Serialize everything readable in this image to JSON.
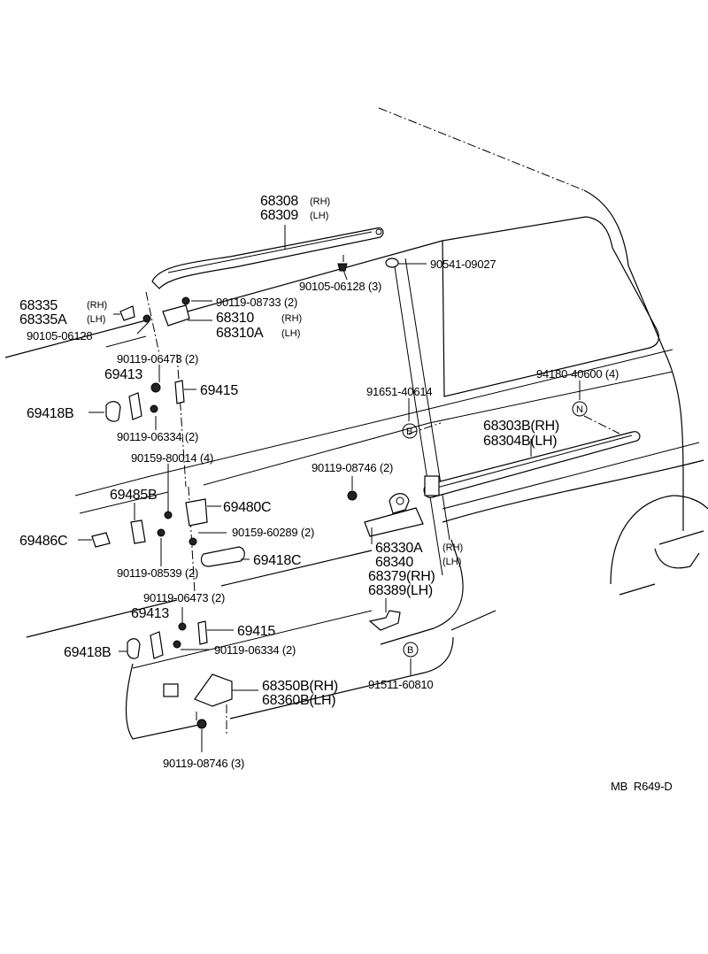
{
  "ref_code": "MB  R649-D",
  "callouts": [
    {
      "id": "c1",
      "text": "68308"
    },
    {
      "id": "c2",
      "text": "(RH)"
    },
    {
      "id": "c3",
      "text": "68309"
    },
    {
      "id": "c4",
      "text": "(LH)"
    },
    {
      "id": "c5",
      "text": "90541-09027"
    },
    {
      "id": "c6",
      "text": "90105-06128 (3)"
    },
    {
      "id": "c7",
      "text": "68335"
    },
    {
      "id": "c8",
      "text": "(RH)"
    },
    {
      "id": "c9",
      "text": "68335A"
    },
    {
      "id": "c10",
      "text": "(LH)"
    },
    {
      "id": "c11",
      "text": "90119-08733 (2)"
    },
    {
      "id": "c12",
      "text": "68310"
    },
    {
      "id": "c13",
      "text": "(RH)"
    },
    {
      "id": "c14",
      "text": "68310A"
    },
    {
      "id": "c15",
      "text": "(LH)"
    },
    {
      "id": "c16",
      "text": "90105-06128"
    },
    {
      "id": "c17",
      "text": "90119-06473 (2)"
    },
    {
      "id": "c18",
      "text": "69413"
    },
    {
      "id": "c19",
      "text": "69415"
    },
    {
      "id": "c20",
      "text": "69418B"
    },
    {
      "id": "c21",
      "text": "90119-06334 (2)"
    },
    {
      "id": "c22",
      "text": "91651-40614"
    },
    {
      "id": "c23",
      "text": "94180-40600 (4)"
    },
    {
      "id": "c24",
      "text": "68303B(RH)"
    },
    {
      "id": "c25",
      "text": "68304B(LH)"
    },
    {
      "id": "c26",
      "text": "90159-80014 (4)"
    },
    {
      "id": "c27",
      "text": "90119-08746 (2)"
    },
    {
      "id": "c28",
      "text": "69485B"
    },
    {
      "id": "c29",
      "text": "69480C"
    },
    {
      "id": "c30",
      "text": "69486C"
    },
    {
      "id": "c31",
      "text": "90159-60289 (2)"
    },
    {
      "id": "c32",
      "text": "69418C"
    },
    {
      "id": "c33",
      "text": "68330A"
    },
    {
      "id": "c34",
      "text": "(RH)"
    },
    {
      "id": "c35",
      "text": "68340"
    },
    {
      "id": "c36",
      "text": "(LH)"
    },
    {
      "id": "c37",
      "text": "90119-08539 (2)"
    },
    {
      "id": "c38",
      "text": "68379(RH)"
    },
    {
      "id": "c39",
      "text": "68389(LH)"
    },
    {
      "id": "c40",
      "text": "90119-06473 (2)"
    },
    {
      "id": "c41",
      "text": "69413"
    },
    {
      "id": "c42",
      "text": "69415"
    },
    {
      "id": "c43",
      "text": "69418B"
    },
    {
      "id": "c44",
      "text": "90119-06334 (2)"
    },
    {
      "id": "c45",
      "text": "68350B(RH)"
    },
    {
      "id": "c46",
      "text": "68360B(LH)"
    },
    {
      "id": "c47",
      "text": "91511-60810"
    },
    {
      "id": "c48",
      "text": "90119-08746 (3)"
    }
  ],
  "markers": [
    {
      "id": "m1",
      "text": "B"
    },
    {
      "id": "m2",
      "text": "N"
    },
    {
      "id": "m3",
      "text": "B"
    }
  ]
}
